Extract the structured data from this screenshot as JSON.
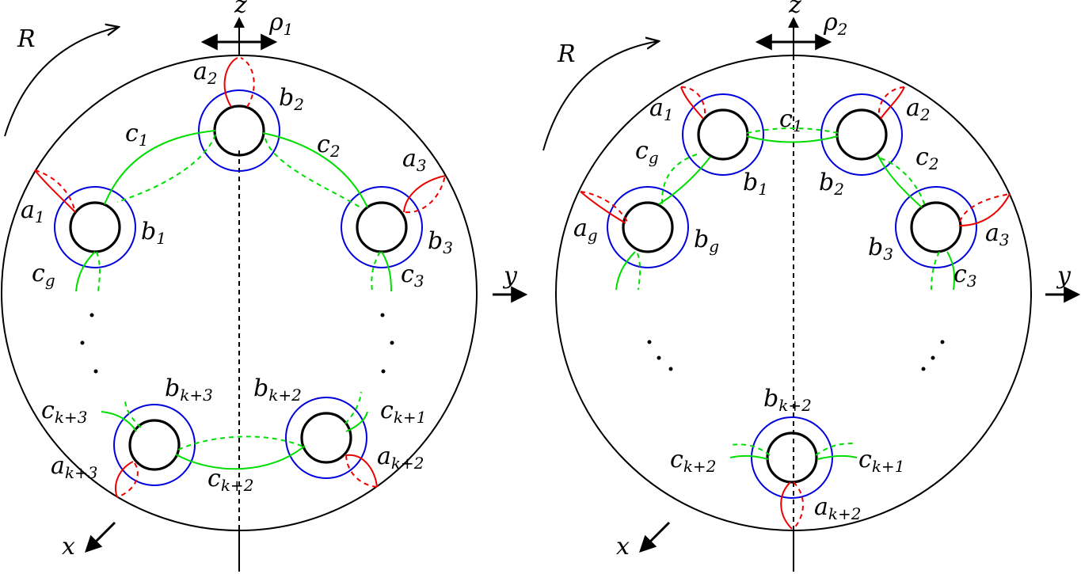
{
  "panel1": {
    "axes": {
      "z": "z",
      "y": "y",
      "x": "x",
      "rho": "ρ",
      "rho_sub": "1",
      "rotation": "R"
    },
    "holes": [
      {
        "b": "b",
        "b_sub": "2",
        "a": "a",
        "a_sub": "2"
      },
      {
        "b": "b",
        "b_sub": "1",
        "a": "a",
        "a_sub": "1"
      },
      {
        "b": "b",
        "b_sub": "3",
        "a": "a",
        "a_sub": "3"
      },
      {
        "b": "b",
        "b_sub": "k+3",
        "a": "a",
        "a_sub": "k+3"
      },
      {
        "b": "b",
        "b_sub": "k+2",
        "a": "a",
        "a_sub": "k+2"
      }
    ],
    "curves_c": [
      {
        "c": "c",
        "sub": "1"
      },
      {
        "c": "c",
        "sub": "2"
      },
      {
        "c": "c",
        "sub": "g"
      },
      {
        "c": "c",
        "sub": "3"
      },
      {
        "c": "c",
        "sub": "k+3"
      },
      {
        "c": "c",
        "sub": "k+1"
      },
      {
        "c": "c",
        "sub": "k+2"
      }
    ]
  },
  "panel2": {
    "axes": {
      "z": "z",
      "y": "y",
      "x": "x",
      "rho": "ρ",
      "rho_sub": "2",
      "rotation": "R"
    },
    "holes": [
      {
        "b": "b",
        "b_sub": "1",
        "a": "a",
        "a_sub": "1"
      },
      {
        "b": "b",
        "b_sub": "2",
        "a": "a",
        "a_sub": "2"
      },
      {
        "b": "b",
        "b_sub": "g",
        "a": "a",
        "a_sub": "g"
      },
      {
        "b": "b",
        "b_sub": "3",
        "a": "a",
        "a_sub": "3"
      },
      {
        "b": "b",
        "b_sub": "k+2",
        "a": "a",
        "a_sub": "k+2"
      }
    ],
    "curves_c": [
      {
        "c": "c",
        "sub": "1"
      },
      {
        "c": "c",
        "sub": "g"
      },
      {
        "c": "c",
        "sub": "2"
      },
      {
        "c": "c",
        "sub": "3"
      },
      {
        "c": "c",
        "sub": "k+2"
      },
      {
        "c": "c",
        "sub": "k+1"
      }
    ]
  }
}
